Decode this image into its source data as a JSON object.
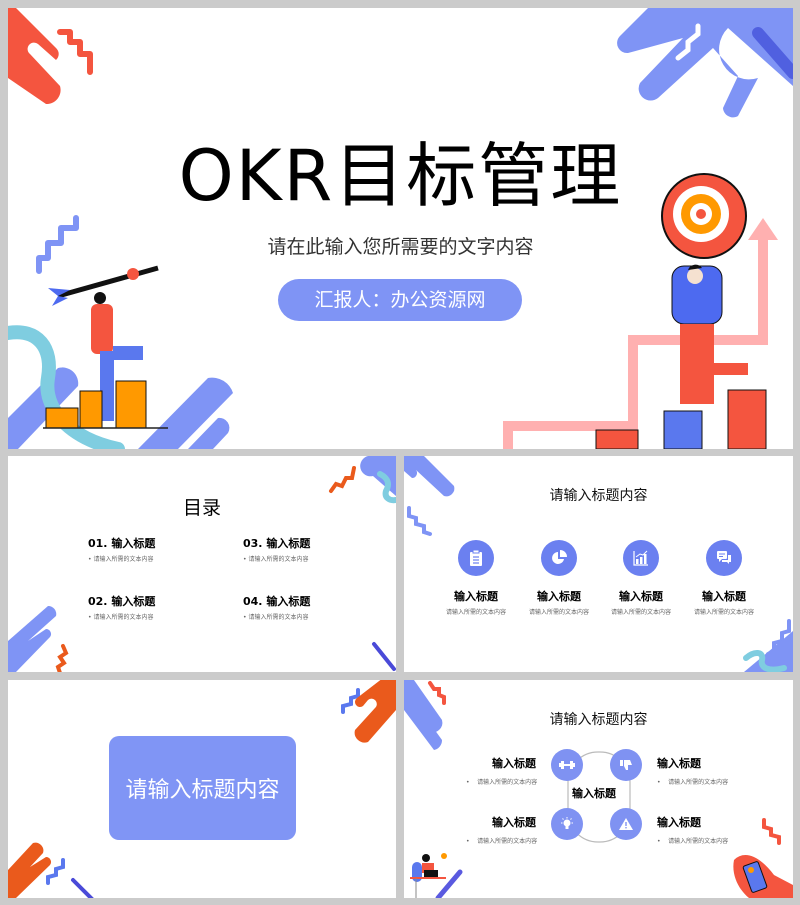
{
  "colors": {
    "accent_blue": "#7f94f5",
    "icon_blue": "#6b80f0",
    "accent_red": "#f4553f",
    "accent_orange": "#ea5a1c",
    "pink_arrow": "#ffb0b0",
    "bar_orange": "#ff9900",
    "background_gray": "#cbcbcb"
  },
  "cover": {
    "title": "OKR目标管理",
    "subtitle": "请在此输入您所需要的文字内容",
    "reporter": "汇报人：办公资源网"
  },
  "toc": {
    "title": "目录",
    "items": [
      {
        "title": "01. 输入标题",
        "desc": "请输入所需的文本内容"
      },
      {
        "title": "02. 输入标题",
        "desc": "请输入所需的文本内容"
      },
      {
        "title": "03. 输入标题",
        "desc": "请输入所需的文本内容"
      },
      {
        "title": "04. 输入标题",
        "desc": "请输入所需的文本内容"
      }
    ]
  },
  "icons_slide": {
    "title": "请输入标题内容",
    "items": [
      {
        "icon": "clipboard-icon",
        "title": "输入标题",
        "desc": "请输入所需的文本内容"
      },
      {
        "icon": "pie-chart-icon",
        "title": "输入标题",
        "desc": "请输入所需的文本内容"
      },
      {
        "icon": "bar-chart-icon",
        "title": "输入标题",
        "desc": "请输入所需的文本内容"
      },
      {
        "icon": "chat-icon",
        "title": "输入标题",
        "desc": "请输入所需的文本内容"
      }
    ]
  },
  "section_slide": {
    "title": "请输入标题内容"
  },
  "cycle_slide": {
    "title": "请输入标题内容",
    "center": "输入标题",
    "items": [
      {
        "icon": "dumbbell-icon",
        "title": "输入标题",
        "desc": "请输入所需的文本内容"
      },
      {
        "icon": "thumbs-down-icon",
        "title": "输入标题",
        "desc": "请输入所需的文本内容"
      },
      {
        "icon": "lightbulb-icon",
        "title": "输入标题",
        "desc": "请输入所需的文本内容"
      },
      {
        "icon": "warning-icon",
        "title": "输入标题",
        "desc": "请输入所需的文本内容"
      }
    ]
  }
}
